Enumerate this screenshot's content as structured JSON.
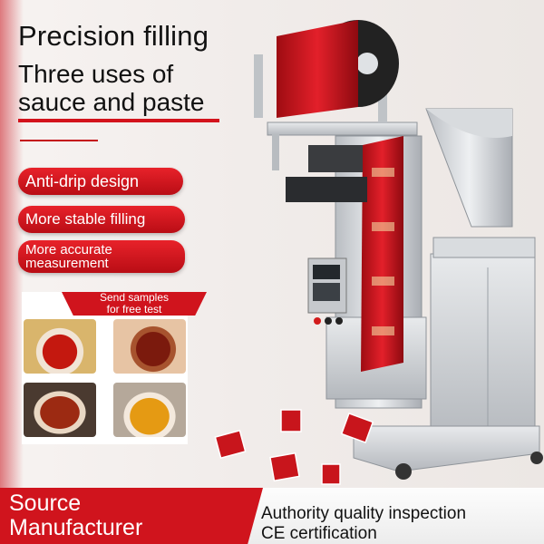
{
  "headline": {
    "line1": "Precision filling",
    "line2": "Three uses of",
    "line3": "sauce and paste"
  },
  "features": [
    "Anti-drip design",
    "More stable filling",
    "More accurate",
    "measurement"
  ],
  "samples": {
    "label_line1": "Send samples",
    "label_line2": "for free test"
  },
  "footer": {
    "left_line1": "Source",
    "left_line2": "Manufacturer",
    "right_line1": "Authority quality inspection",
    "right_line2": "CE certification"
  },
  "colors": {
    "brand_red": "#d0141d",
    "steel": "#c9ccd0"
  }
}
